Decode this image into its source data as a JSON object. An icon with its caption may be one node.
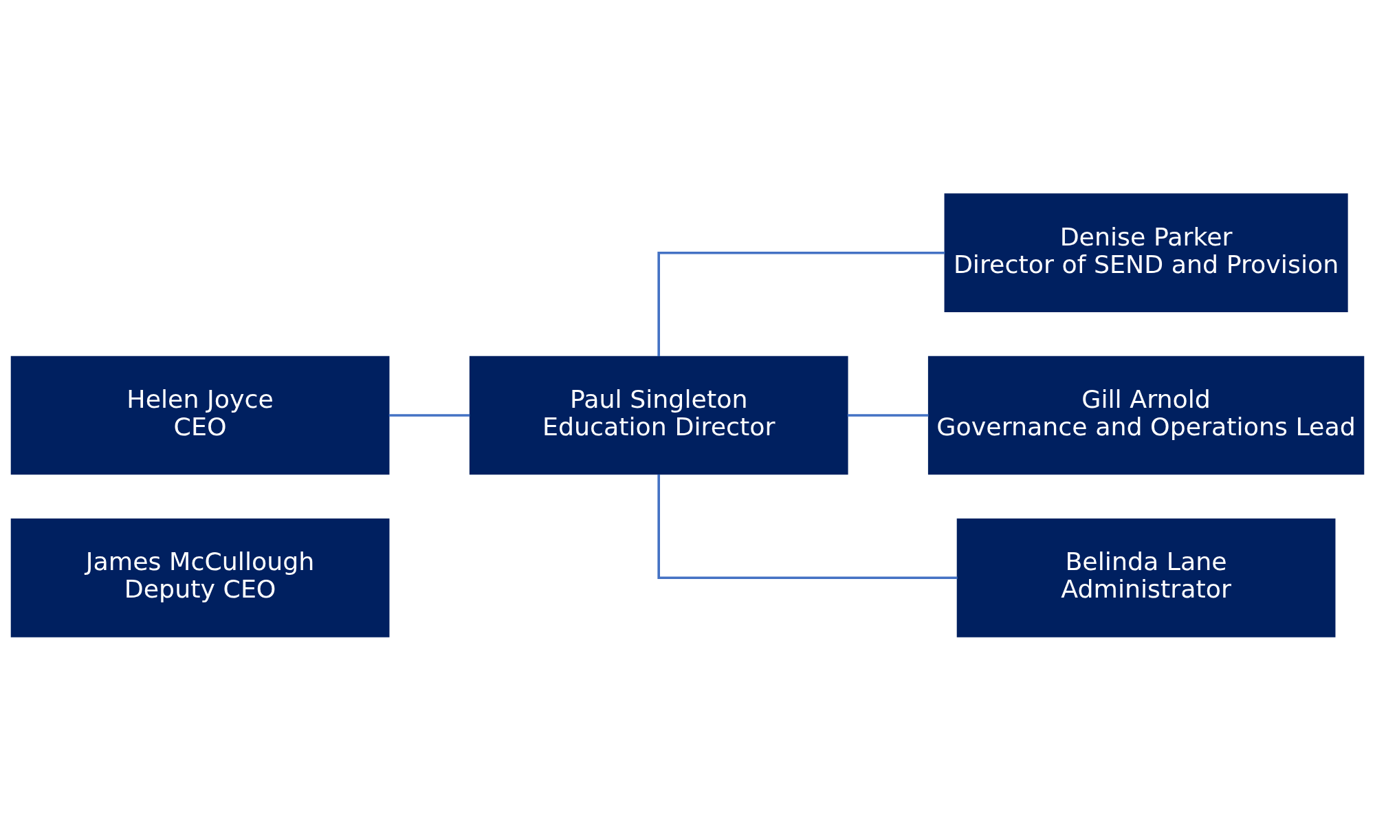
{
  "diagram": {
    "nodes": [
      {
        "text": [
          "Helen Joyce",
          "CEO"
        ]
      },
      {
        "text": [
          "James McCullough",
          "Deputy CEO"
        ]
      },
      {
        "text": [
          "Paul Singleton",
          "Education Director"
        ]
      },
      {
        "text": [
          "Denise Parker",
          "Director of SEND and Provision"
        ]
      },
      {
        "text": [
          "Gill Arnold",
          "Governance and Operations Lead"
        ]
      },
      {
        "text": [
          "Belinda Lane",
          "Administrator"
        ]
      }
    ],
    "edges": [
      {
        "from": 0,
        "to": 2,
        "arrow": "none"
      },
      {
        "from": 2,
        "to": 3,
        "arrow": "none"
      },
      {
        "from": 2,
        "to": 4,
        "arrow": "none"
      },
      {
        "from": 2,
        "to": 5,
        "arrow": "none"
      }
    ]
  }
}
